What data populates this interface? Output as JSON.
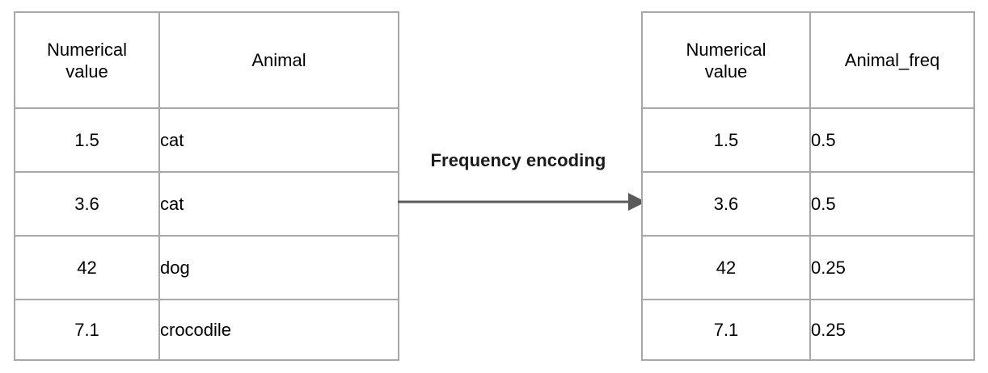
{
  "diagram": {
    "title": "Frequency encoding",
    "arrow": {
      "label": "Frequency encoding",
      "direction": "left-to-right",
      "color": "#5a5a5a"
    },
    "border_color": "#a8a8a8",
    "text_color": "#000000"
  },
  "input_table": {
    "name": "input-table",
    "columns": [
      {
        "label": "Numerical\nvalue",
        "line1": "Numerical",
        "line2": "value",
        "align": "center"
      },
      {
        "label": "Animal",
        "align": "center"
      }
    ],
    "rows": [
      {
        "numerical_value": "1.5",
        "animal": "cat"
      },
      {
        "numerical_value": "3.6",
        "animal": "cat"
      },
      {
        "numerical_value": "42",
        "animal": "dog"
      },
      {
        "numerical_value": "7.1",
        "animal": "crocodile"
      }
    ]
  },
  "output_table": {
    "name": "output-table",
    "columns": [
      {
        "label": "Numerical\nvalue",
        "line1": "Numerical",
        "line2": "value",
        "align": "center"
      },
      {
        "label": "Animal_freq",
        "align": "center"
      }
    ],
    "rows": [
      {
        "numerical_value": "1.5",
        "animal_freq": "0.5"
      },
      {
        "numerical_value": "3.6",
        "animal_freq": "0.5"
      },
      {
        "numerical_value": "42",
        "animal_freq": "0.25"
      },
      {
        "numerical_value": "7.1",
        "animal_freq": "0.25"
      }
    ]
  }
}
